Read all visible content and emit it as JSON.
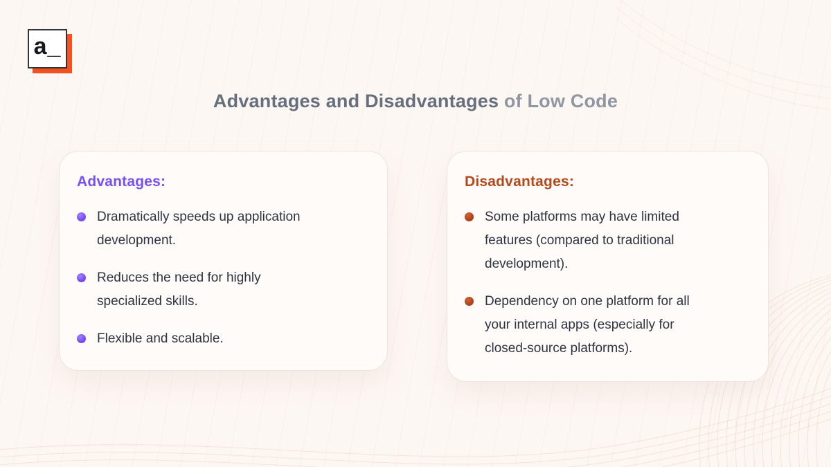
{
  "brand": {
    "logo_text": "a_"
  },
  "header": {
    "title_primary": "Advantages and Disadvantages",
    "title_secondary": " of Low Code"
  },
  "cards": [
    {
      "heading": "Advantages:",
      "items": [
        "Dramatically speeds up application development.",
        "Reduces the need for highly specialized skills.",
        "Flexible and scalable."
      ]
    },
    {
      "heading": "Disadvantages:",
      "items": [
        "Some platforms may have limited features (compared to traditional development).",
        "Dependency on one platform for all your internal apps (especially for closed-source platforms)."
      ]
    }
  ],
  "colors": {
    "background": "#fdf7f4",
    "pattern_line": "#f2997a",
    "logo_shadow_orange": "#f4511e",
    "advantages_accent": "#7b4ef2",
    "disadvantages_accent": "#b44a1c",
    "body_text": "#2d3340",
    "title_primary_gray": "#666f7c",
    "title_secondary_gray": "#9097a2"
  }
}
